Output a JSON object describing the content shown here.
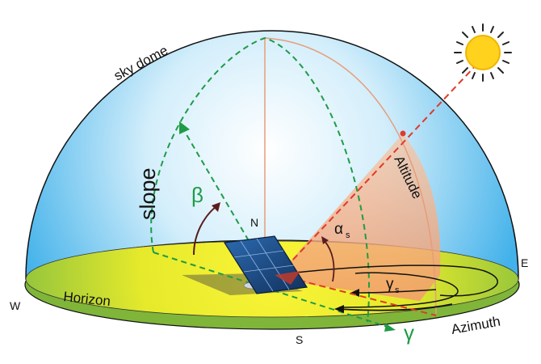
{
  "labels": {
    "sky_dome": "sky dome",
    "slope": "slope",
    "beta": "β",
    "north": "N",
    "altitude": "Altitude",
    "alpha": "α",
    "alpha_sub": "s",
    "gamma_s": "γ",
    "gamma_s_sub": "s",
    "east": "E",
    "west": "W",
    "south": "S",
    "horizon": "Horizon",
    "azimuth": "Azimuth",
    "gamma": "γ"
  },
  "colors": {
    "sky_edge": "#43b2ea",
    "sky_center": "#ffffff",
    "ground_yellow": "#f2ef1e",
    "ground_green": "#8fc63f",
    "rim_green": "#7fb539",
    "dashed_green": "#1f9b46",
    "sun_ray": "#e03a2a",
    "altitude_fill": "#f6b48c",
    "panel_blue": "#1f4f8c",
    "sun_yellow": "#ffd21e"
  },
  "icons": {
    "sun": "sun-icon",
    "panel": "solar-panel-icon"
  }
}
